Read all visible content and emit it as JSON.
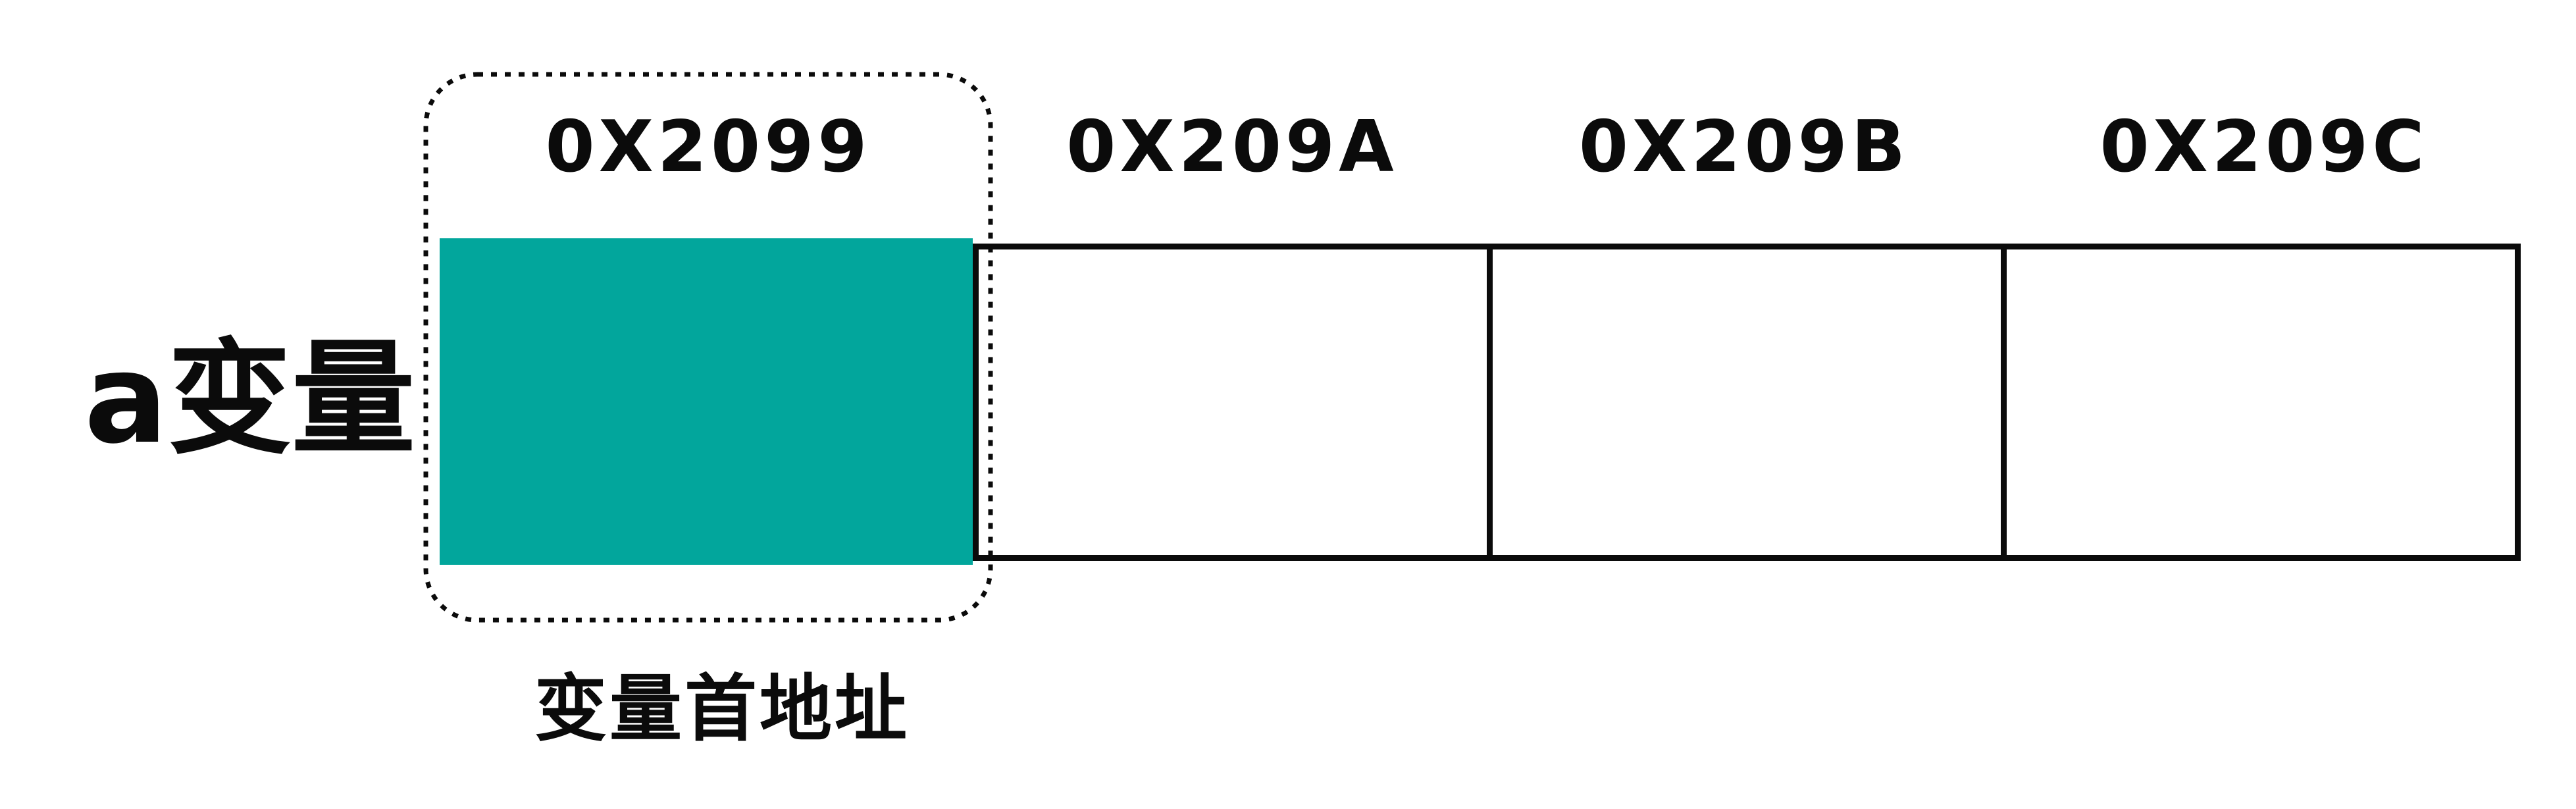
{
  "diagram": {
    "variable_label": "a变量",
    "annotation": "变量首地址",
    "cells": [
      {
        "address": "0X2099",
        "highlighted": true
      },
      {
        "address": "0X209A",
        "highlighted": false
      },
      {
        "address": "0X209B",
        "highlighted": false
      },
      {
        "address": "0X209C",
        "highlighted": false
      }
    ],
    "colors": {
      "highlight": "#02A69C",
      "line": "#0b0b0b"
    }
  }
}
